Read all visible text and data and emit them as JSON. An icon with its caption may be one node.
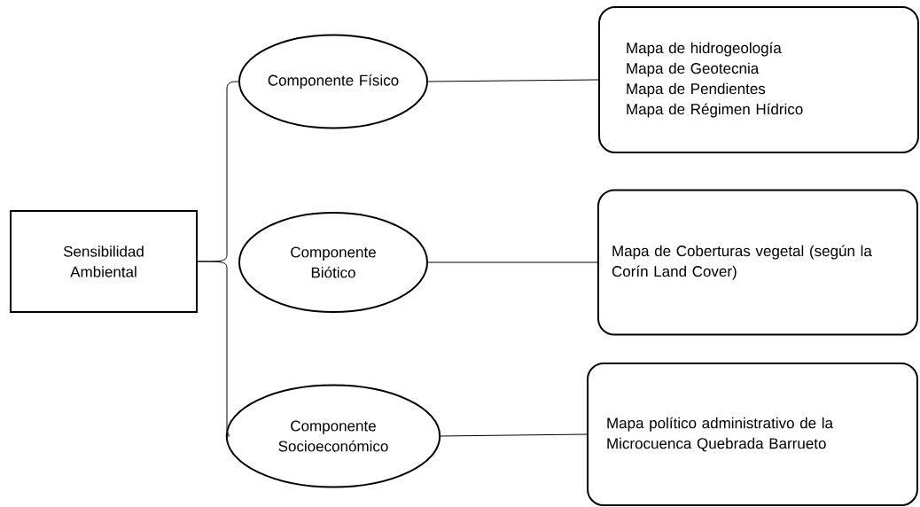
{
  "diagram": {
    "nodes": [
      {
        "text": [
          "Sensibilidad Ambiental"
        ]
      },
      {
        "text": [
          "Componente Físico"
        ]
      },
      {
        "text": [
          "Componente Biótico"
        ]
      },
      {
        "text": [
          "Componente Socioeconómico"
        ]
      },
      {
        "text": [
          "Mapa de hidrogeología",
          "Mapa de Geotecnia",
          "Mapa de Pendientes",
          "Mapa de Régimen Hídrico"
        ]
      },
      {
        "text": [
          "Mapa de Coberturas vegetal (según la Corín Land Cover)"
        ]
      },
      {
        "text": [
          "Mapa político administrativo de la Microcuenca Quebrada Barrueto"
        ]
      }
    ],
    "edges": [
      {
        "from": 0,
        "to": 1,
        "arrow": "none"
      },
      {
        "from": 0,
        "to": 3,
        "arrow": "none"
      },
      {
        "from": 1,
        "to": 4,
        "arrow": "none"
      },
      {
        "from": 2,
        "to": 5,
        "arrow": "none"
      },
      {
        "from": 3,
        "to": 6,
        "arrow": "none"
      }
    ]
  }
}
